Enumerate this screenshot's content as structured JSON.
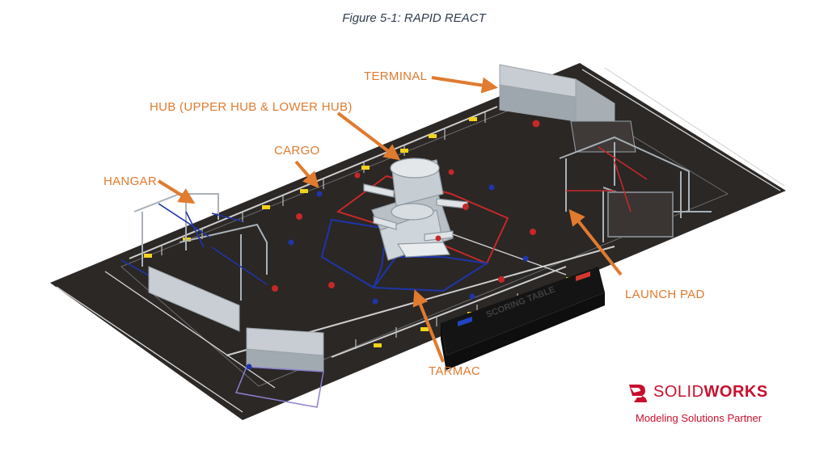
{
  "figure": {
    "caption": "Figure 5-1: RAPID REACT"
  },
  "callouts": {
    "terminal": "TERMINAL",
    "hub": "HUB (UPPER HUB & LOWER HUB)",
    "cargo": "CARGO",
    "hangar": "HANGAR",
    "launch_pad": "LAUNCH PAD",
    "tarmac": "TARMAC"
  },
  "field_text": {
    "scoring_table": "SCORING TABLE"
  },
  "logo": {
    "brand_light": "SOLID",
    "brand_bold": "WORKS",
    "tagline": "Modeling Solutions Partner"
  },
  "colors": {
    "label_orange": "#e07b2f",
    "carpet": "#2b2826",
    "red_alliance": "#c62828",
    "blue_alliance": "#1f35a8",
    "brand_red": "#c8102e"
  }
}
